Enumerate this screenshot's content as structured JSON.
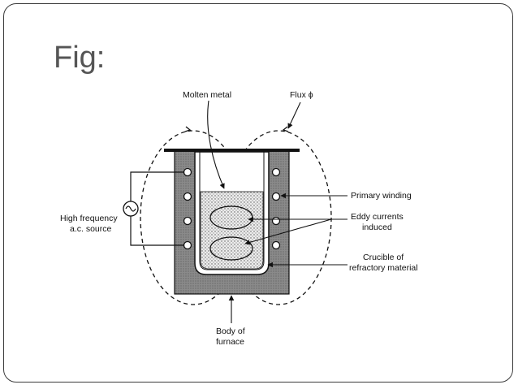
{
  "slide": {
    "title": "Fig:"
  },
  "diagram": {
    "labels": {
      "molten_metal": "Molten metal",
      "flux": "Flux ϕ",
      "primary_winding": "Primary winding",
      "eddy_currents_line1": "Eddy currents",
      "eddy_currents_line2": "induced",
      "crucible_line1": "Crucible of",
      "crucible_line2": "refractory material",
      "source_line1": "High frequency",
      "source_line2": "a.c. source",
      "body_line1": "Body of",
      "body_line2": "furnace"
    },
    "colors": {
      "furnace_body": "#8a8a8a",
      "metal_stipple": "#d8d8d8",
      "line": "#111111"
    }
  }
}
